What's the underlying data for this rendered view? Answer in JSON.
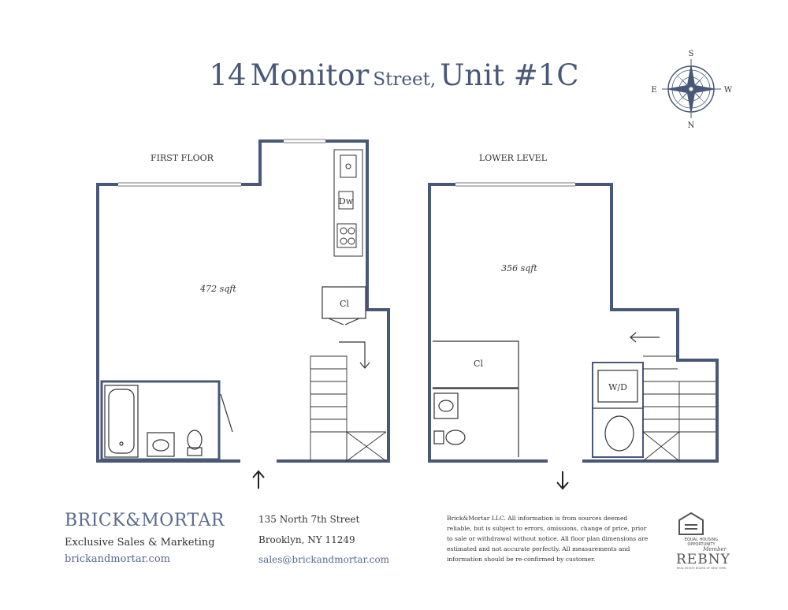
{
  "title": {
    "number": "14",
    "word1": "Monitor",
    "word2": "Street,",
    "unit": "Unit #1C"
  },
  "compass": {
    "north": "N",
    "south": "S",
    "east": "E",
    "west": "W"
  },
  "first_floor": {
    "label": "FIRST FLOOR",
    "area": "472 sqft",
    "closet": "Cl",
    "dishwasher": "Dw"
  },
  "lower_level": {
    "label": "LOWER LEVEL",
    "area": "356 sqft",
    "closet": "Cl",
    "washer_dryer": "W/D"
  },
  "footer": {
    "brand": "BRICK&MORTAR",
    "tagline": "Exclusive Sales & Marketing",
    "website": "brickandmortar.com",
    "address_line1": "135 North 7th Street",
    "address_line2": "Brooklyn, NY 11249",
    "email": "sales@brickandmortar.com",
    "disclaimer": "Brick&Mortar LLC. All information is from sources deemed reliable, but is subject to errors, omissions, change of price, prior to sale or withdrawal without notice. All floor plan dimensions are estimated and not accurate perfectly. All measurements and information should be re-confirmed by customer.",
    "eho_text": "EQUAL HOUSING OPPORTUNITY",
    "rebny_member": "Member",
    "rebny_logo": "REBNY",
    "rebny_sub": "REAL ESTATE BOARD OF NEW YORK"
  },
  "colors": {
    "wall": "#4a5878",
    "brand": "#5a6a8e",
    "line": "#333333"
  }
}
